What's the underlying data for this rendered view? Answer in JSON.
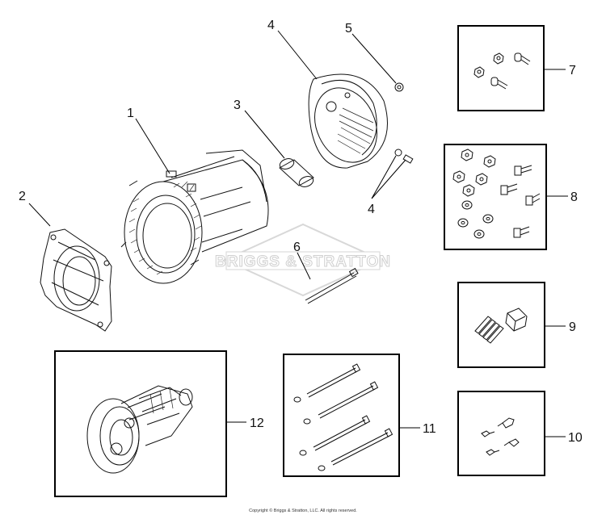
{
  "diagram": {
    "watermark": "BRIGGS & STRATTON",
    "copyright": "Copyright © Briggs & Stratton, LLC. All rights reserved.",
    "callouts": {
      "c1": "1",
      "c2": "2",
      "c3": "3",
      "c4a": "4",
      "c4b": "4",
      "c5": "5",
      "c6": "6",
      "c7": "7",
      "c8": "8",
      "c9": "9",
      "c10": "10",
      "c11": "11",
      "c12": "12"
    }
  }
}
